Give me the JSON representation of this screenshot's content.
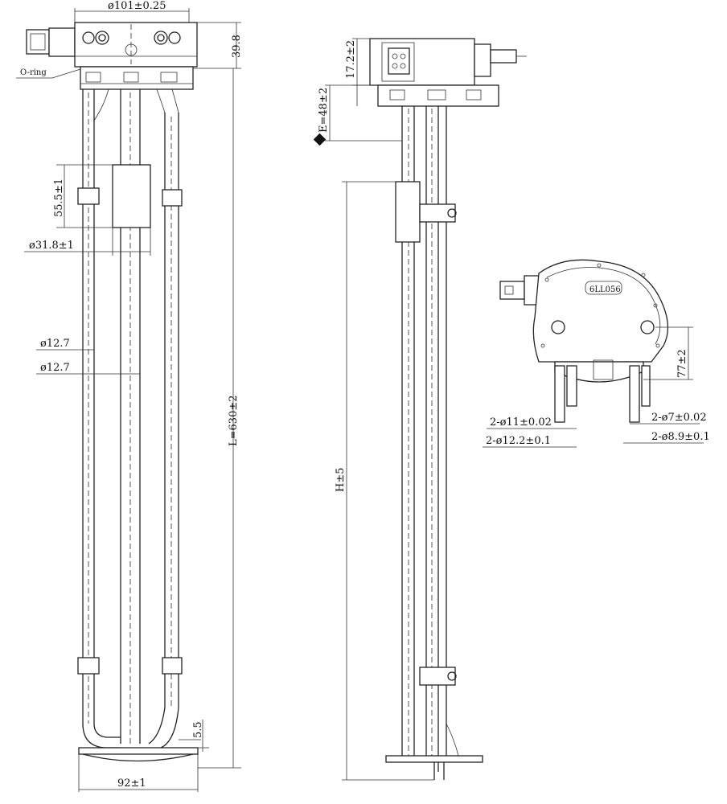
{
  "front_view": {
    "dim_head_diameter": "ø101±0.25",
    "dim_head_height": "39.8",
    "oring_label": "O-ring",
    "dim_float_height": "55.5±1",
    "dim_float_diameter": "ø31.8±1",
    "dim_tube_diameter_1": "ø12.7",
    "dim_tube_diameter_2": "ø12.7",
    "dim_total_length": "L=630±2",
    "dim_bottom_gap": "5.5",
    "dim_bottom_width": "92±1"
  },
  "side_view": {
    "dim_head_height": "17.2±2",
    "dim_flange_offset": "E=48±2",
    "dim_height": "H±5"
  },
  "top_view": {
    "part_number": "6LL056",
    "dim_port_offset": "77±2",
    "dim_small_port_od": "2-ø7±0.02",
    "dim_small_port_od2": "2-ø8.9±0.1",
    "dim_large_port_od": "2-ø11±0.02",
    "dim_large_port_od2": "2-ø12.2±0.1"
  }
}
